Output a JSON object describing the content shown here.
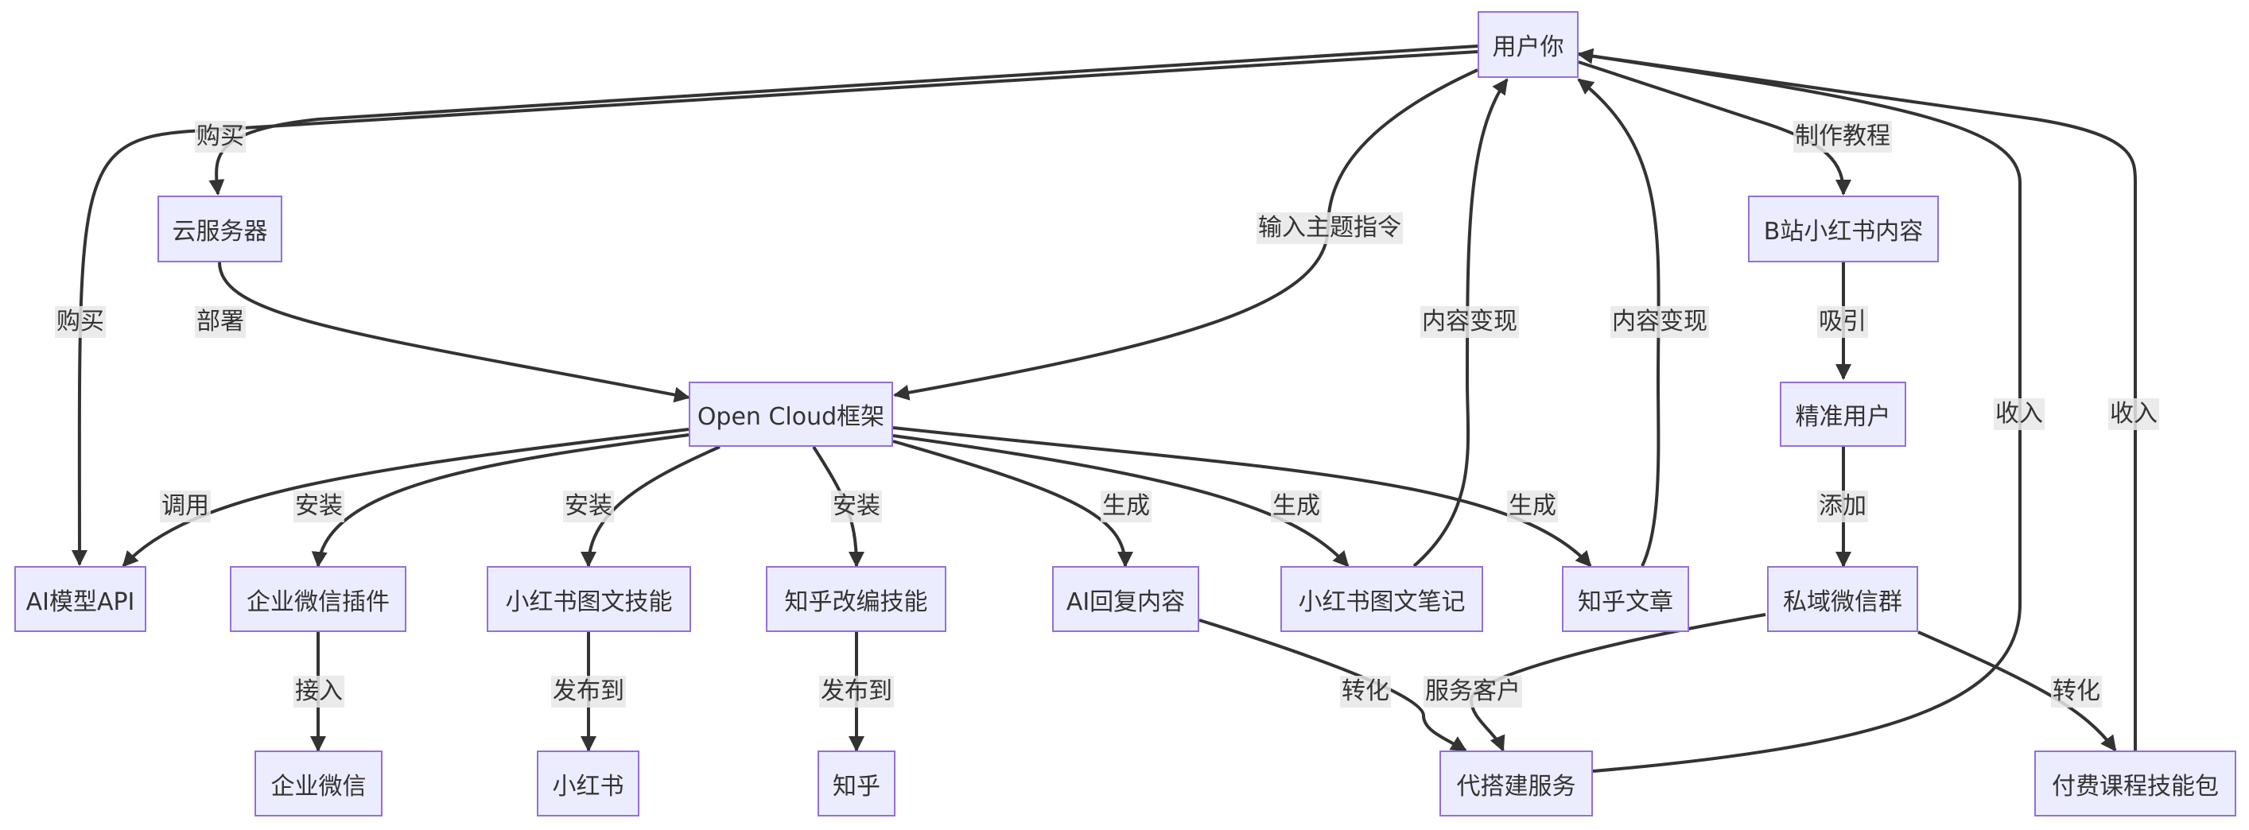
{
  "nodes": {
    "user": "用户你",
    "cloud_server": "云服务器",
    "bili_content": "B站小红书内容",
    "framework": "Open Cloud框架",
    "precise_users": "精准用户",
    "ai_api": "AI模型API",
    "wecom_plugin": "企业微信插件",
    "xhs_skill": "小红书图文技能",
    "zhihu_skill": "知乎改编技能",
    "ai_reply": "AI回复内容",
    "xhs_note": "小红书图文笔记",
    "zhihu_article": "知乎文章",
    "private_group": "私域微信群",
    "wecom": "企业微信",
    "xhs": "小红书",
    "zhihu": "知乎",
    "build_service": "代搭建服务",
    "paid_course": "付费课程技能包"
  },
  "edges": {
    "buy_server": "购买",
    "buy_api": "购买",
    "make_tutorial": "制作教程",
    "input_topic": "输入主题指令",
    "deploy": "部署",
    "content_monetize_1": "内容变现",
    "content_monetize_2": "内容变现",
    "attract": "吸引",
    "income_1": "收入",
    "income_2": "收入",
    "call": "调用",
    "install_1": "安装",
    "install_2": "安装",
    "install_3": "安装",
    "generate_1": "生成",
    "generate_2": "生成",
    "generate_3": "生成",
    "add": "添加",
    "connect": "接入",
    "publish_1": "发布到",
    "publish_2": "发布到",
    "convert_1": "转化",
    "serve_client": "服务客户",
    "convert_2": "转化"
  },
  "colors": {
    "node_fill": "#ececff",
    "node_stroke": "#9370db",
    "edge": "#333333",
    "label_bg": "#e8e8e8"
  }
}
